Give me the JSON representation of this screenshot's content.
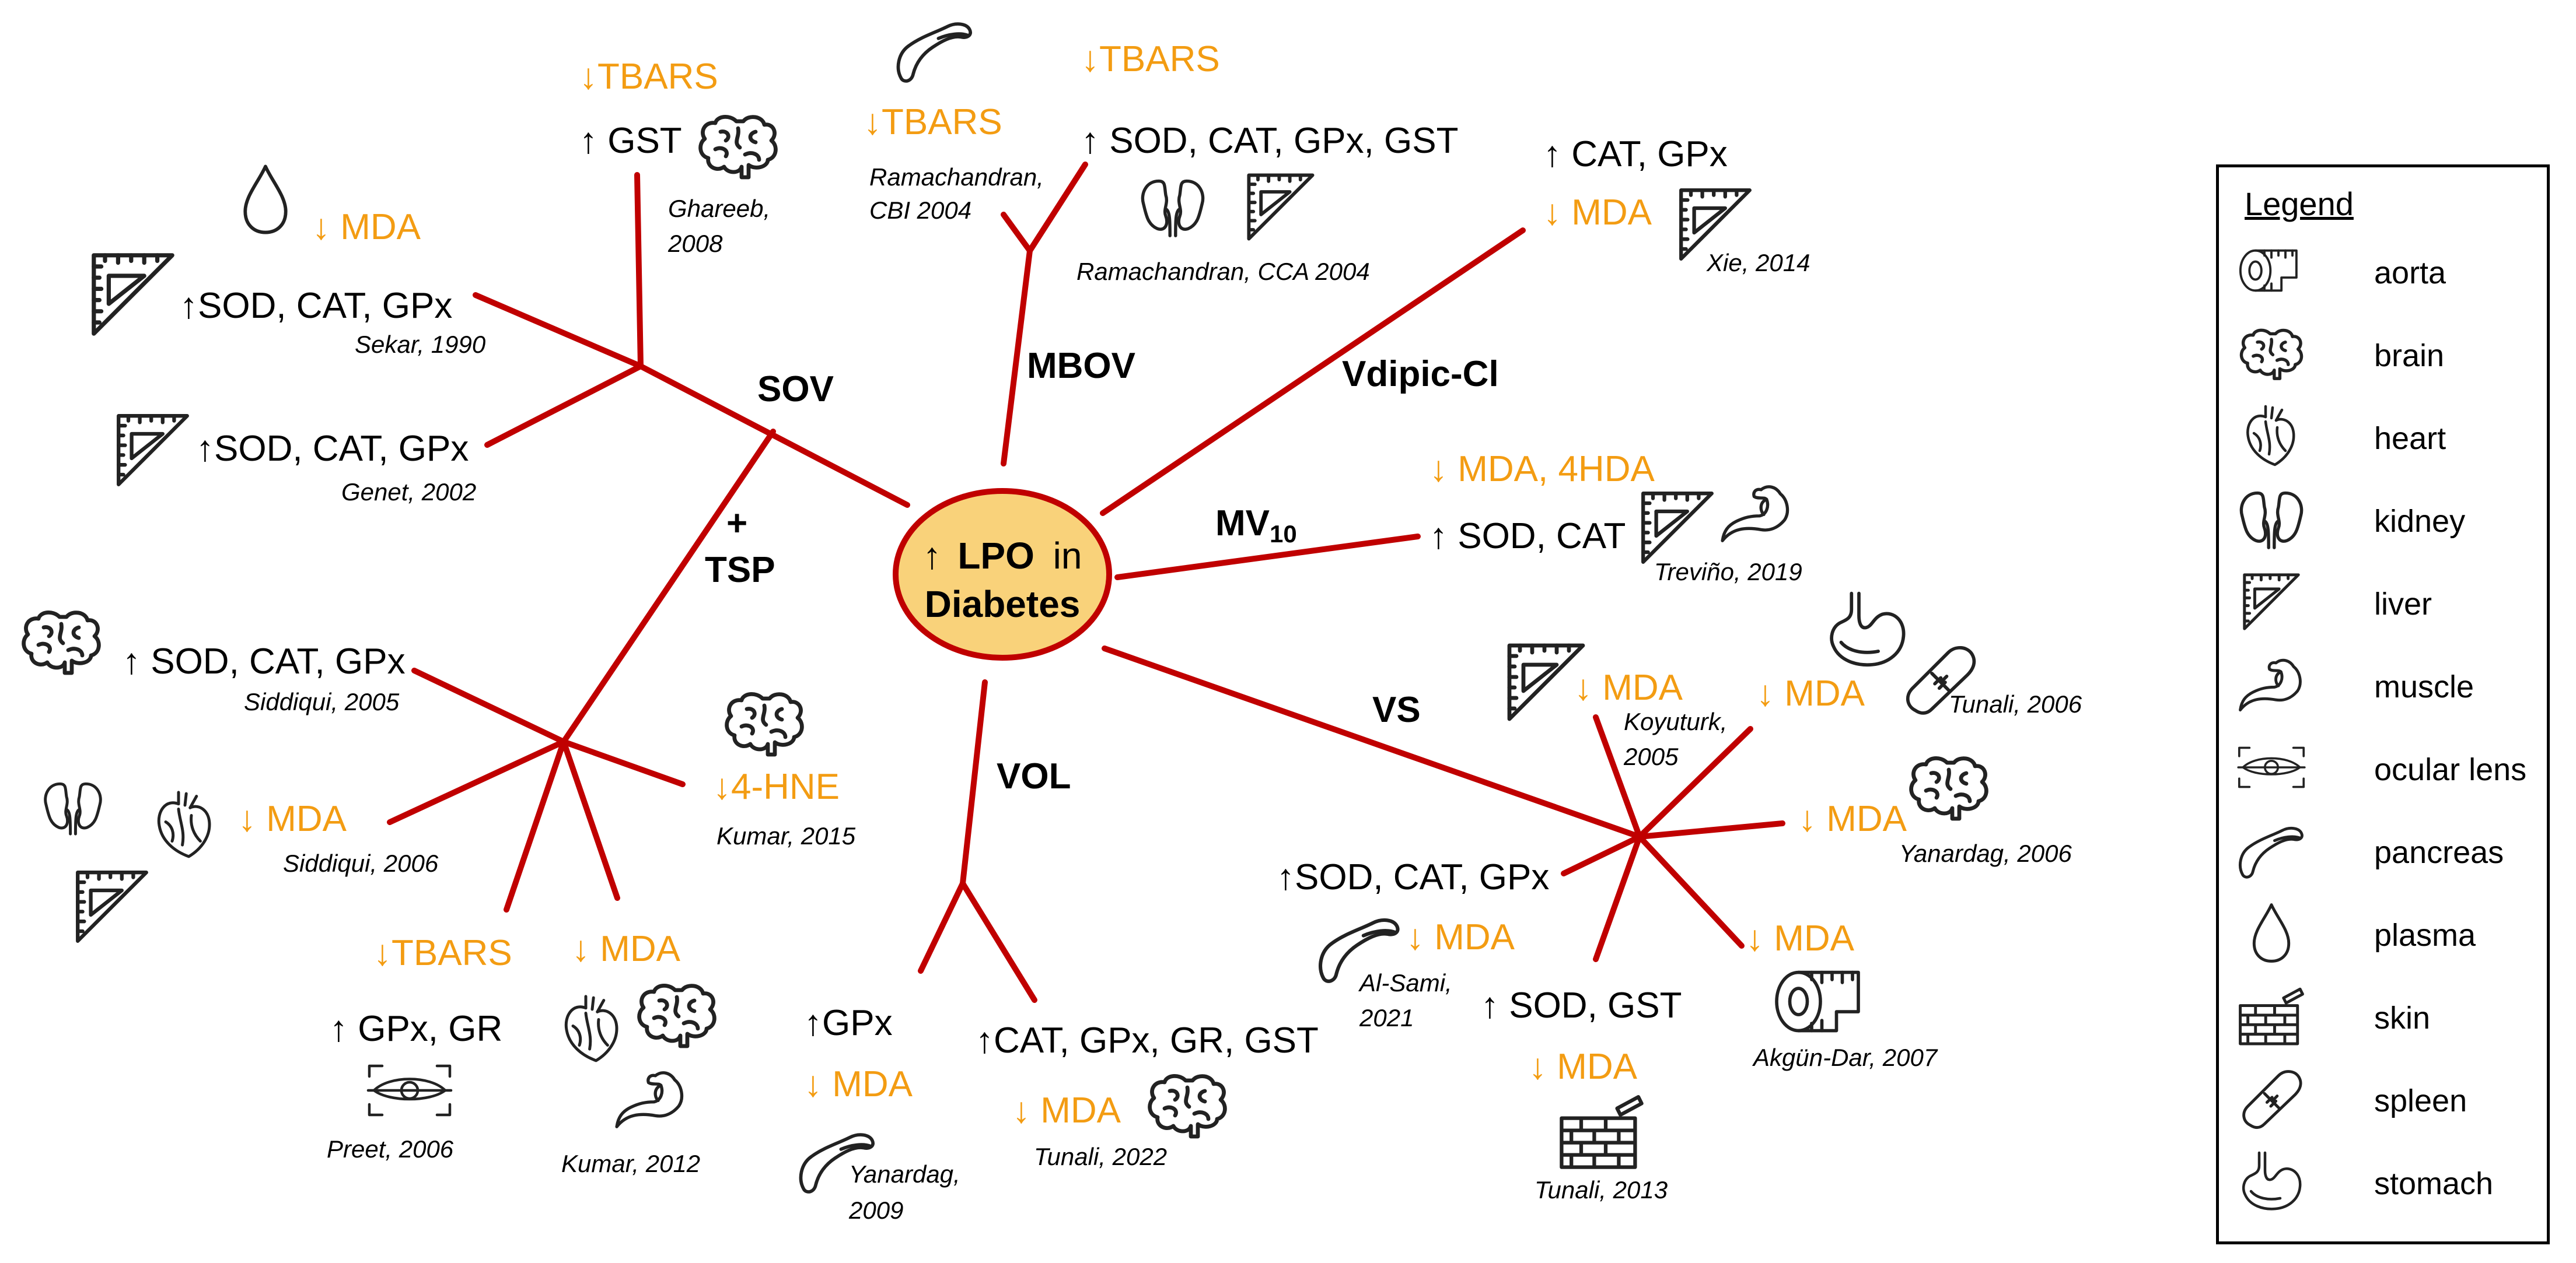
{
  "center": {
    "line1": "LPO",
    "line2": "in",
    "line3": "Diabetes",
    "arrow": "↑"
  },
  "branches": {
    "sov": "SOV",
    "mbov": "MBOV",
    "vdipic": "Vdipic-Cl",
    "mv10_base": "MV",
    "mv10_sub": "10",
    "tsp_plus": "+",
    "tsp": "TSP",
    "vs": "VS",
    "vol": "VOL"
  },
  "items": {
    "i1": "↓TBARS",
    "i2": "↑ GST",
    "i3": "Ghareeb,",
    "i3b": "2008",
    "i4": "↓ MDA",
    "i5": "↑SOD, CAT, GPx",
    "i6": "Sekar, 1990",
    "i7": "↑SOD, CAT, GPx",
    "i8": "Genet, 2002",
    "i9": "↓TBARS",
    "i10": "↓TBARS",
    "i11": "↑ SOD, CAT, GPx, GST",
    "i12": "Ramachandran,",
    "i12b": "CBI 2004",
    "i13": "Ramachandran, CCA 2004",
    "i14": "↑ CAT, GPx",
    "i15": "↓ MDA",
    "i16": "Xie, 2014",
    "i17": "↓ MDA, 4HDA",
    "i18": "↑ SOD, CAT",
    "i19": "Treviño, 2019",
    "i20": "↑ SOD, CAT, GPx",
    "i21": "Siddiqui, 2005",
    "i22": "↓4-HNE",
    "i23": "Kumar, 2015",
    "i24": "↓ MDA",
    "i25": "Siddiqui, 2006",
    "i26": "↓TBARS",
    "i27": "↑ GPx, GR",
    "i28": "Preet, 2006",
    "i29": "↓ MDA",
    "i30": "Kumar, 2012",
    "i31": "↑GPx",
    "i32": "↓ MDA",
    "i33": "Yanardag,",
    "i33b": "2009",
    "i34": "↑CAT, GPx, GR, GST",
    "i35": "↓ MDA",
    "i36": "Tunali, 2022",
    "i37": "↓ MDA",
    "i38": "Koyuturk,",
    "i38b": "2005",
    "i39": "↓ MDA",
    "i40": "Tunali, 2006",
    "i41": "↓ MDA",
    "i42": "Yanardag, 2006",
    "i43": "↑SOD, CAT, GPx",
    "i44": "↓ MDA",
    "i45": "Al-Sami,",
    "i45b": "2021",
    "i46": "↑ SOD, GST",
    "i47": "↓ MDA",
    "i48": "Tunali, 2013",
    "i49": "↓ MDA",
    "i50": "Akgün-Dar, 2007"
  },
  "legend": {
    "title": "Legend",
    "entries": [
      {
        "icon": "aorta-icon",
        "label": "aorta"
      },
      {
        "icon": "brain-icon",
        "label": "brain"
      },
      {
        "icon": "heart-icon",
        "label": "heart"
      },
      {
        "icon": "kidney-icon",
        "label": "kidney"
      },
      {
        "icon": "liver-icon",
        "label": "liver"
      },
      {
        "icon": "muscle-icon",
        "label": "muscle"
      },
      {
        "icon": "ocular-lens-icon",
        "label": "ocular lens"
      },
      {
        "icon": "pancreas-icon",
        "label": "pancreas"
      },
      {
        "icon": "plasma-icon",
        "label": "plasma"
      },
      {
        "icon": "skin-icon",
        "label": "skin"
      },
      {
        "icon": "spleen-icon",
        "label": "spleen"
      },
      {
        "icon": "stomach-icon",
        "label": "stomach"
      }
    ]
  },
  "colors": {
    "line": "#C00000",
    "decrease": "#F39C12",
    "center_fill": "#F9D27A",
    "center_stroke": "#C00000"
  }
}
